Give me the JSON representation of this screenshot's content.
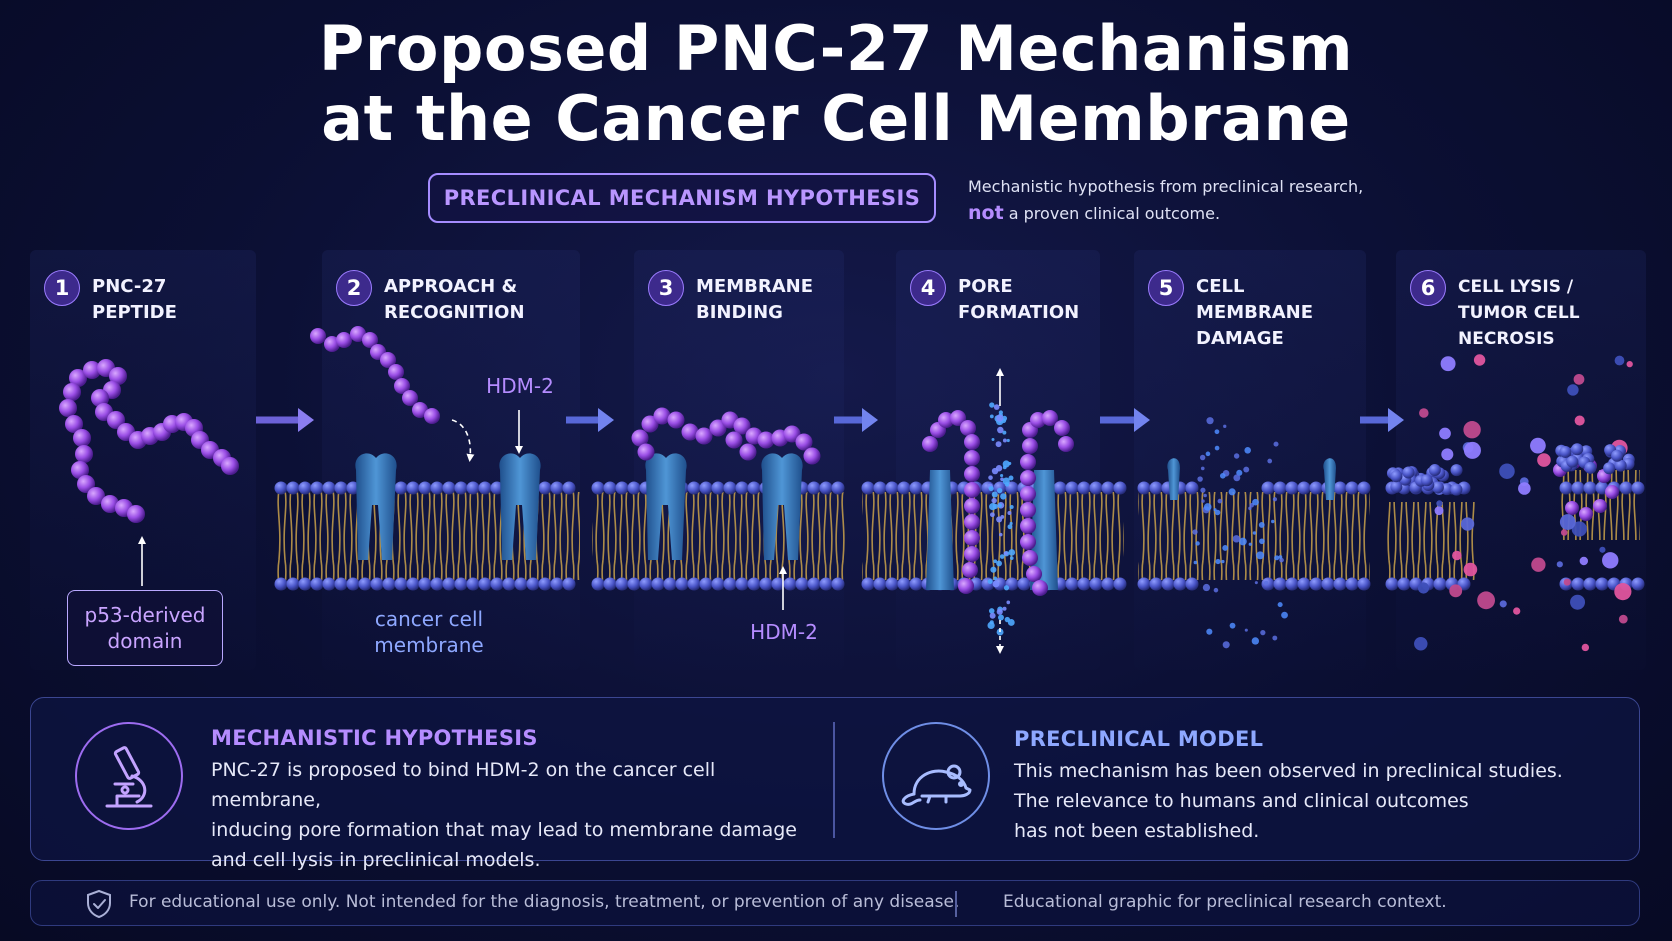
{
  "title": {
    "line1": "Proposed PNC-27 Mechanism",
    "line2": "at the Cancer Cell Membrane"
  },
  "badge": "PRECLINICAL MECHANISM HYPOTHESIS",
  "hypothesis_note": {
    "line1": "Mechanistic hypothesis from preclinical research,",
    "emphasis": "not",
    "line2_rest": " a proven clinical outcome."
  },
  "steps": [
    {
      "number": "1",
      "label": "PNC-27 PEPTIDE"
    },
    {
      "number": "2",
      "label": "APPROACH &\nRECOGNITION"
    },
    {
      "number": "3",
      "label": "MEMBRANE\nBINDING"
    },
    {
      "number": "4",
      "label": "PORE\nFORMATION"
    },
    {
      "number": "5",
      "label": "CELL MEMBRANE\nDAMAGE"
    },
    {
      "number": "6",
      "label": "CELL LYSIS /\nTUMOR CELL NECROSIS"
    }
  ],
  "annotations": {
    "p53_domain": "p53-derived domain",
    "hdm2_top": "HDM-2",
    "hdm2_bottom": "HDM-2",
    "cancer_membrane": "cancer cell membrane"
  },
  "panel": {
    "left": {
      "icon": "microscope-icon",
      "title": "MECHANISTIC HYPOTHESIS",
      "lines": [
        "PNC-27 is proposed to bind HDM-2 on the cancer cell membrane,",
        "inducing pore formation that may lead to membrane damage",
        "and cell lysis in preclinical models."
      ]
    },
    "right": {
      "icon": "mouse-icon",
      "title": "PRECLINICAL MODEL",
      "lines": [
        "This mechanism has been observed in preclinical studies.",
        "The relevance to humans and clinical outcomes",
        "has not been established."
      ]
    }
  },
  "footer": {
    "icon": "shield-check-icon",
    "left": "For educational use only. Not intended for the diagnosis, treatment, or prevention of any disease.",
    "right": "Educational graphic for preclinical research context."
  },
  "colors": {
    "accent_purple": "#b58cff",
    "accent_blue": "#8ea8ff",
    "background": "#0b0f33",
    "membrane_head": "#4a55c8",
    "protein": "#3a78b8",
    "peptide": "#9b4fe6"
  }
}
